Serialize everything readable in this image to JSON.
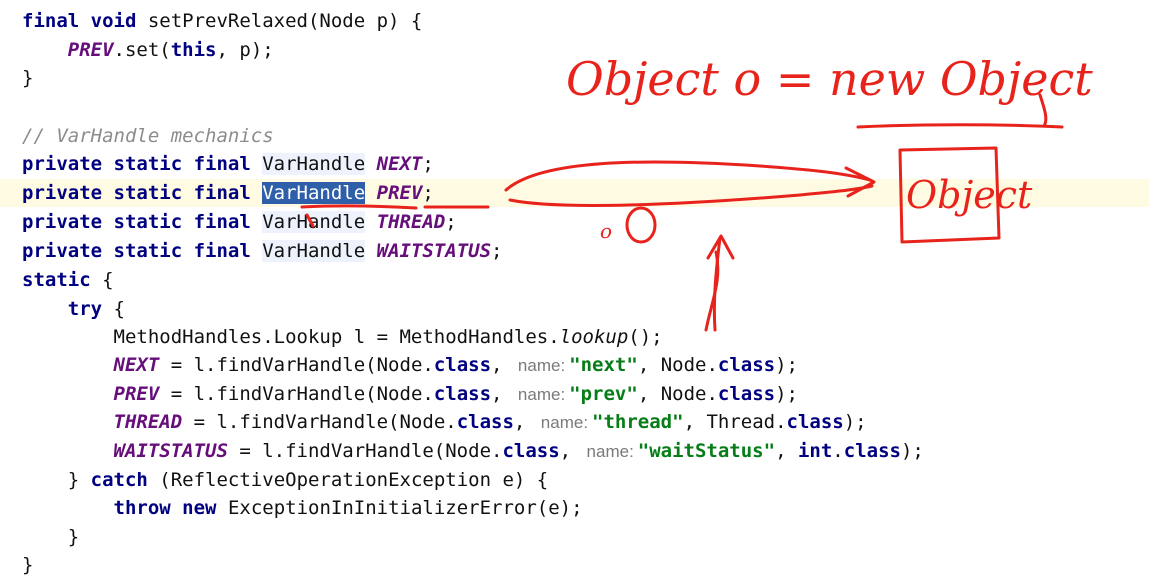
{
  "code": {
    "l1": {
      "kw": "final void",
      "rest": " setPrevRelaxed(Node p) {"
    },
    "l2": {
      "field": "PREV",
      "a": ".set(",
      "kw": "this",
      "b": ", p);"
    },
    "l3": {
      "text": "}"
    },
    "l5": {
      "comment": "// VarHandle mechanics"
    },
    "decl_kw": "private static final",
    "type": "VarHandle",
    "decls": [
      {
        "field": "NEXT",
        "end": ";"
      },
      {
        "field": "PREV",
        "end": ";"
      },
      {
        "field": "THREAD",
        "end": ";"
      },
      {
        "field": "WAITSTATUS",
        "end": ";"
      }
    ],
    "l10": {
      "kw": "static",
      "rest": " {"
    },
    "l11": {
      "kw": "try",
      "rest": " {"
    },
    "l12": {
      "a": "MethodHandles.Lookup l = MethodHandles.",
      "method": "lookup",
      "b": "();"
    },
    "find_calls": [
      {
        "field": "NEXT",
        "pre": " = l.findVarHandle(Node.",
        "hint": "name:",
        "str": "\"next\"",
        "mid": ", Node.",
        "end": ");"
      },
      {
        "field": "PREV",
        "pre": " = l.findVarHandle(Node.",
        "hint": "name:",
        "str": "\"prev\"",
        "mid": ", Node.",
        "end": ");"
      },
      {
        "field": "THREAD",
        "pre": " = l.findVarHandle(Node.",
        "hint": "name:",
        "str": "\"thread\"",
        "mid": ", Thread.",
        "end": ");"
      },
      {
        "field": "WAITSTATUS",
        "pre": " = l.findVarHandle(Node.",
        "hint": "name:",
        "str": "\"waitStatus\"",
        "mid": ", ",
        "kw_int": "int",
        "mid2": ".",
        "end": ");"
      }
    ],
    "class_kw": "class",
    "l17": {
      "a": "} ",
      "kw": "catch",
      "rest": " (ReflectiveOperationException e) {"
    },
    "l18": {
      "kw1": "throw",
      "kw2": "new",
      "rest": " ExceptionInInitializerError(e);"
    },
    "l19": {
      "text": "}"
    },
    "l20": {
      "text": "}"
    }
  },
  "annotations": {
    "top_note": "Object o = new Object",
    "box_label": "Object",
    "small_o": "o",
    "ink_color": "#e8231c"
  }
}
